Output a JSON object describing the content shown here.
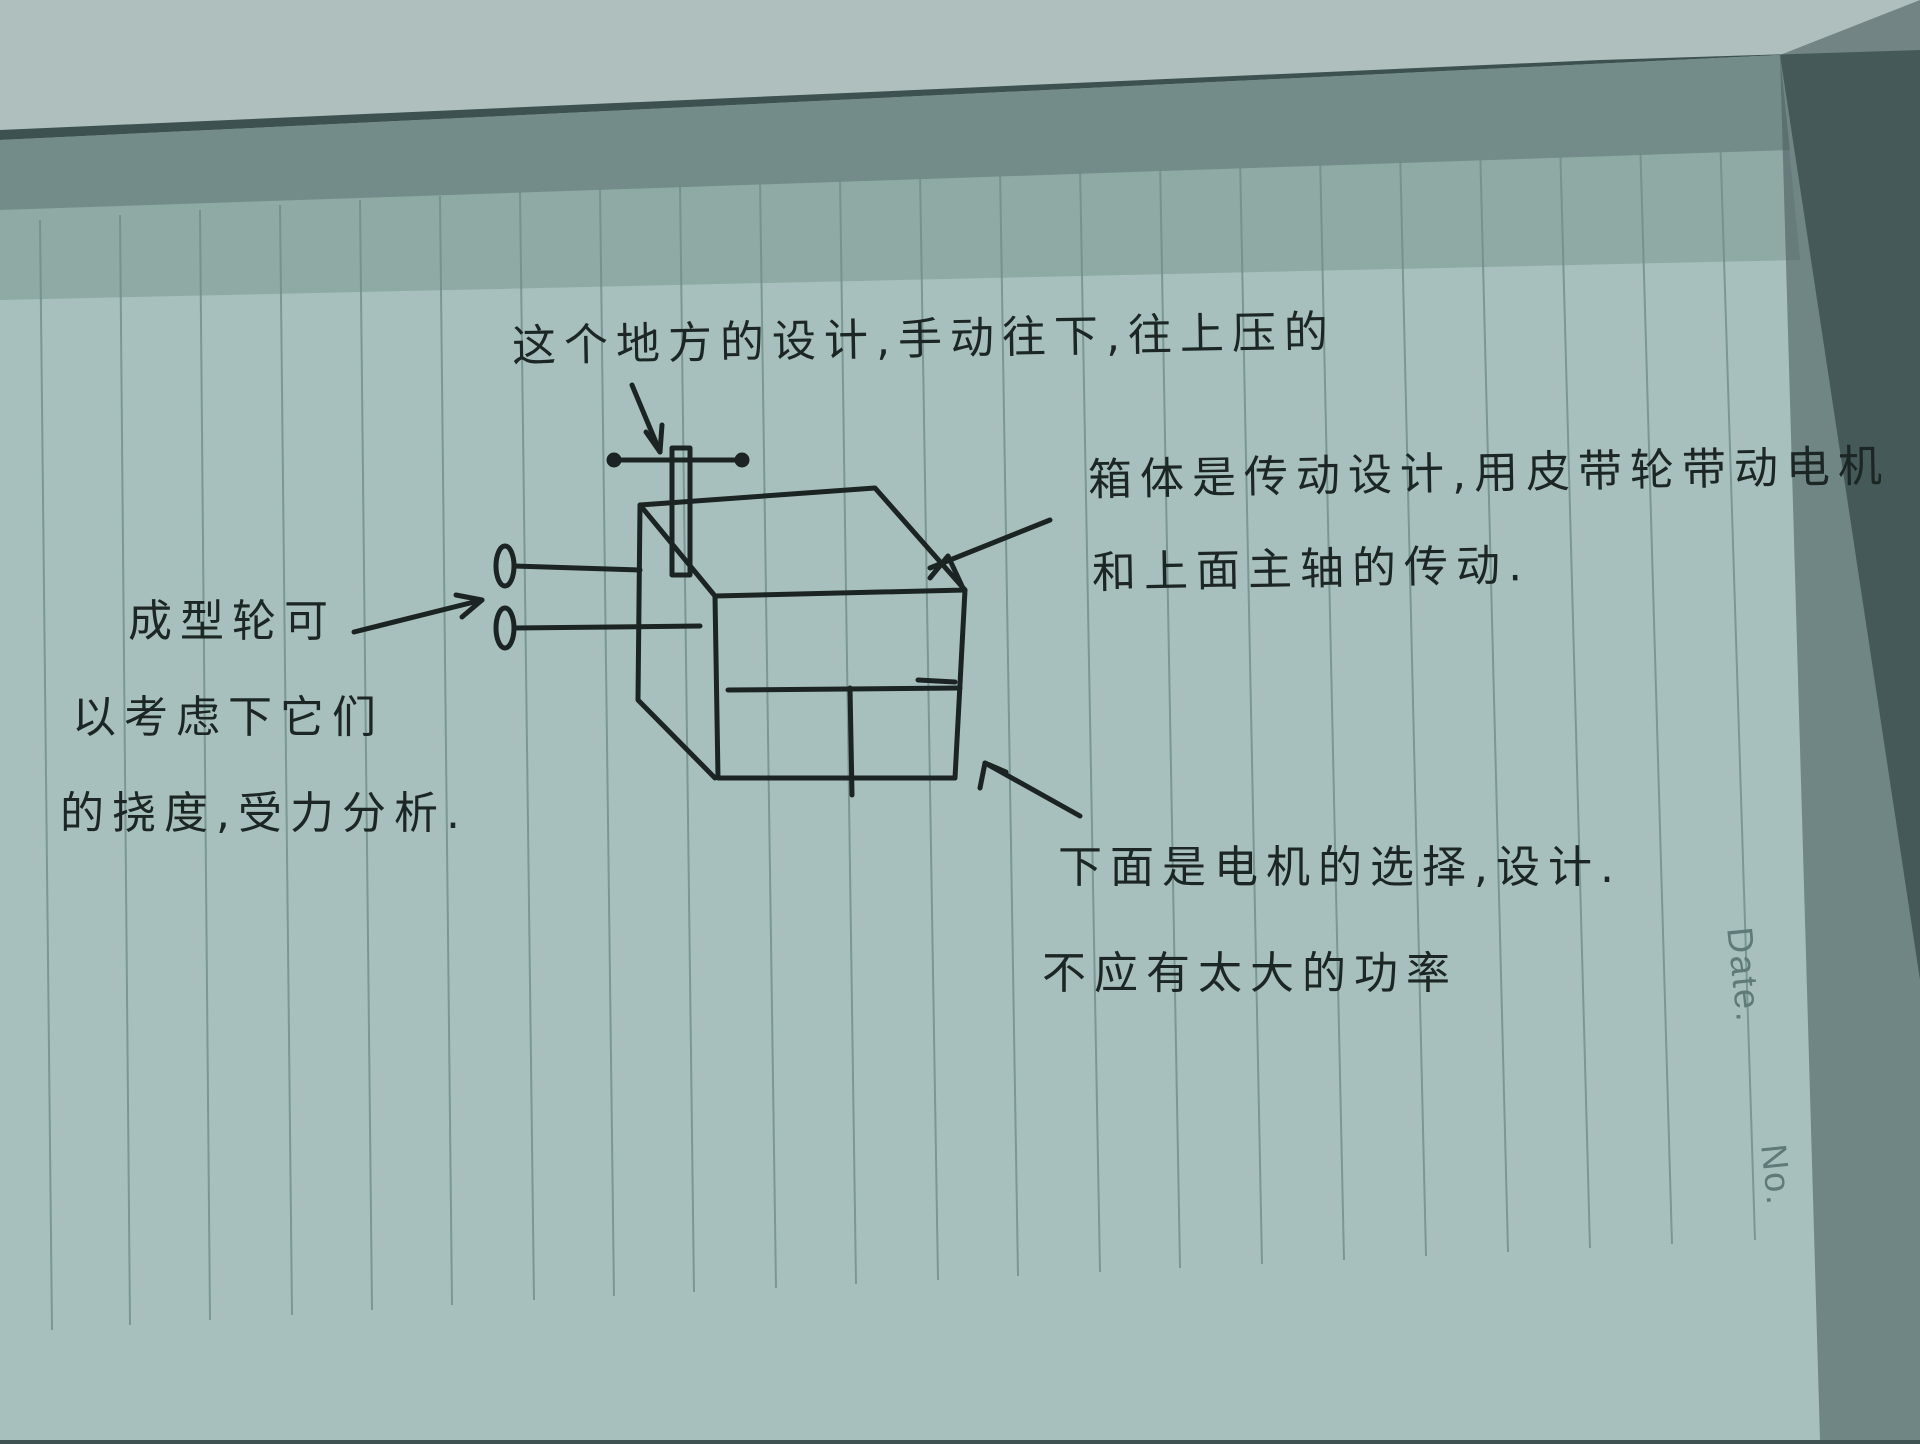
{
  "notebook": {
    "printed_date_label": "Date.",
    "printed_no_label": "No."
  },
  "annotations": {
    "top_lever": "这个地方的设计,手动往下,往上压的",
    "gearbox_line1": "箱体是传动设计,用皮带轮带动电机",
    "gearbox_line2": "和上面主轴的传动.",
    "forming_wheel_title": "成型轮可",
    "forming_wheel_line2": "以考虑下它们",
    "forming_wheel_line3": "的挠度,受力分析.",
    "motor_line1": "下面是电机的选择,设计.",
    "motor_line2": "不应有太大的功率"
  }
}
